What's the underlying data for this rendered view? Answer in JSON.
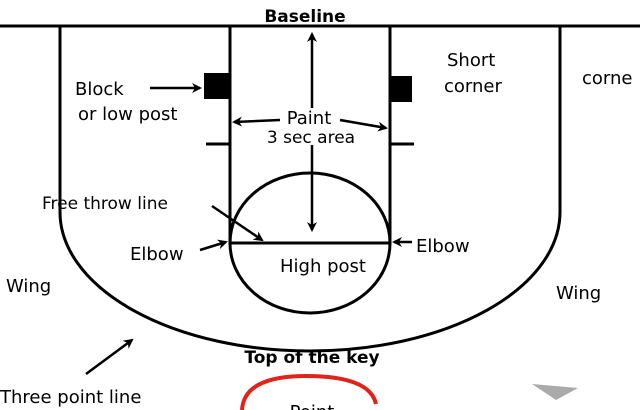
{
  "labels": {
    "baseline": "Baseline",
    "block_line1": "Block",
    "block_line2": "or low post",
    "short_corner_line1": "Short",
    "short_corner_line2": "corner",
    "corner": "corne",
    "paint_line1": "Paint",
    "paint_line2": "3 sec area",
    "free_throw_line": "Free throw line",
    "elbow_left": "Elbow",
    "elbow_right": "Elbow",
    "high_post": "High post",
    "wing_left": "Wing",
    "wing_right": "Wing",
    "top_of_key": "Top of the key",
    "three_point_line": "Three point line",
    "point": "Point"
  },
  "colors": {
    "lines": "#000000",
    "point_marker": "#e0241b",
    "background": "#ffffff"
  }
}
